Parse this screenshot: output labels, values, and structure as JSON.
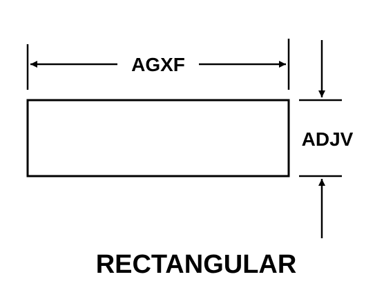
{
  "diagram": {
    "shape_name": "RECTANGULAR",
    "width_label": "AGXF",
    "height_label": "ADJV"
  }
}
